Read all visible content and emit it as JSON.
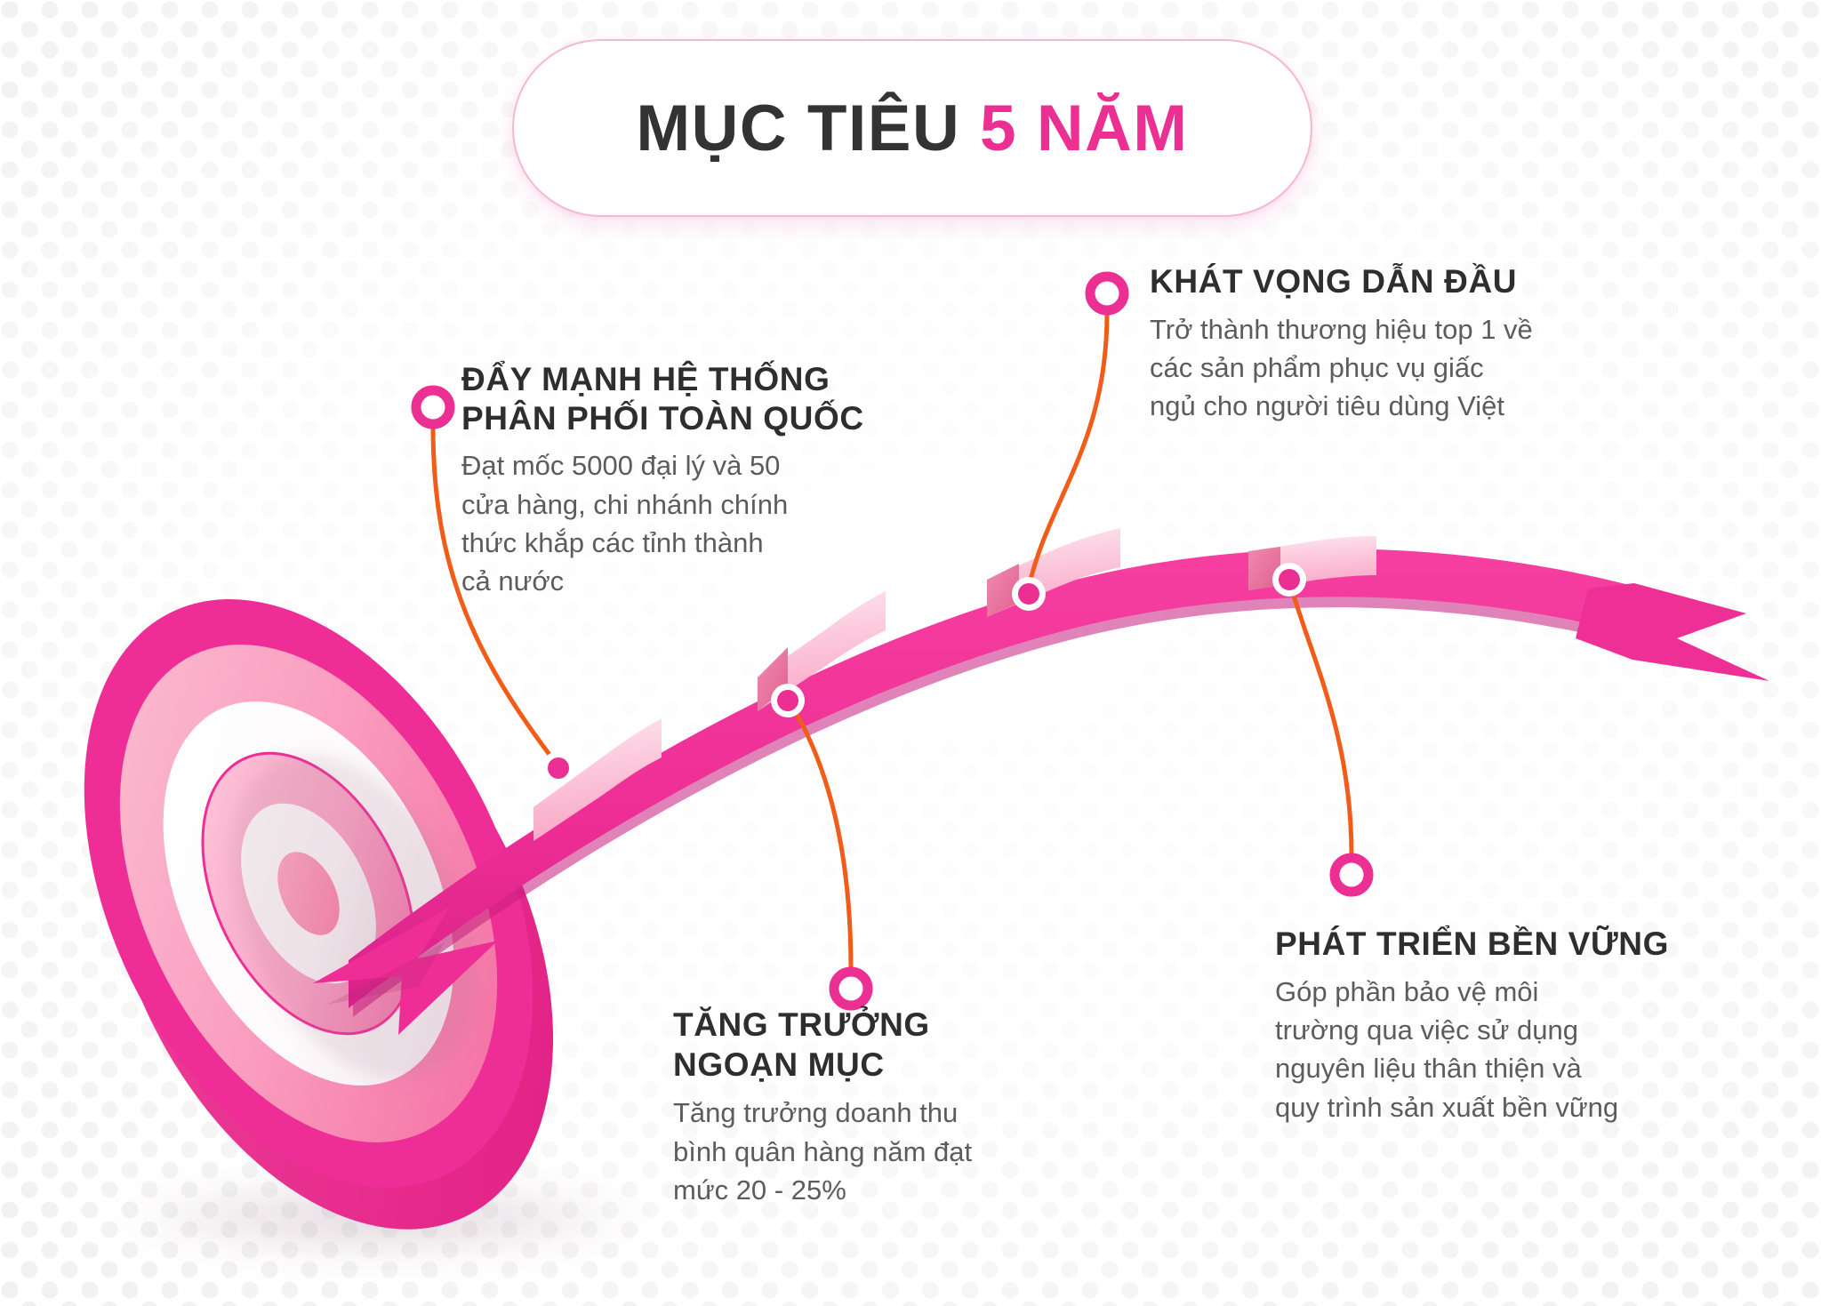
{
  "title": {
    "text_primary": "MỤC TIÊU ",
    "text_accent": "5 NĂM",
    "full": "MỤC TIÊU 5 NĂM"
  },
  "colors": {
    "accent_pink": "#ec2f92",
    "deep_pink": "#e8309a",
    "light_pink": "#f9b8cd",
    "pale_pink": "#fde3ec",
    "connector_orange": "#f25c19",
    "heading_dark": "#2e2e2e",
    "body_gray": "#5c5c5c",
    "background": "#ffffff",
    "dot_gray": "#f1f1f1"
  },
  "callouts": [
    {
      "id": "distribution",
      "heading": "ĐẨY MẠNH HỆ THỐNG\nPHÂN PHỐI TOÀN QUỐC",
      "body": "Đạt mốc 5000 đại lý và 50\ncửa hàng, chi nhánh chính\nthức khắp các tỉnh thành\ncả nước",
      "marker": "ring-marker"
    },
    {
      "id": "leadership",
      "heading": "KHÁT VỌNG DẪN ĐẦU",
      "body": "Trở thành thương hiệu top 1 về\ncác sản phẩm phục vụ giấc\nngủ cho người tiêu dùng Việt",
      "marker": "ring-marker"
    },
    {
      "id": "growth",
      "heading": "TĂNG TRƯỞNG\nNGOẠN MỤC",
      "body": "Tăng trưởng doanh thu\nbình quân hàng năm đạt\nmức 20 - 25%",
      "marker": "ring-marker"
    },
    {
      "id": "sustain",
      "heading": "PHÁT TRIỂN BỀN VỮNG",
      "body": "Góp phần bảo vệ môi\ntrường qua việc sử dụng\nnguyên liệu thân thiện và\nquy trình sản xuất bền vững",
      "marker": "ring-marker"
    }
  ],
  "graphics": {
    "target_label": "bullseye-target",
    "arrow_label": "pink-arrow",
    "collar_count": 4,
    "ring_count": 4
  }
}
